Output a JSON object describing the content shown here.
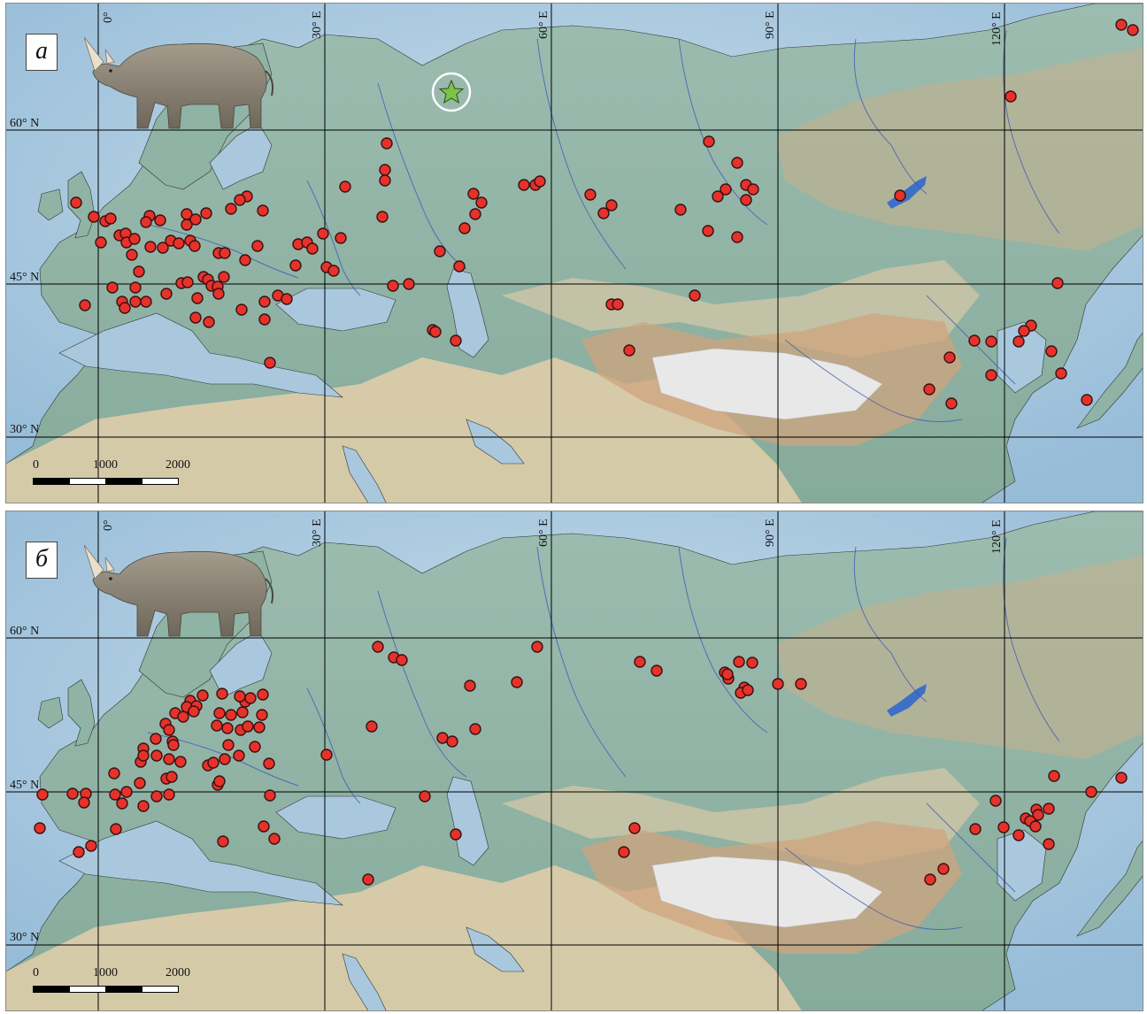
{
  "panels": [
    {
      "id": "a",
      "letter": "a",
      "lat_labels": [
        "60° N",
        "45° N",
        "30° N"
      ],
      "lon_labels": [
        "0°",
        "30° E",
        "60° E",
        "90° E",
        "120° E"
      ],
      "scale": {
        "ticks": [
          "0",
          "1000",
          "2000"
        ]
      },
      "has_star": true,
      "site_count": 103
    },
    {
      "id": "b",
      "letter": "б",
      "lat_labels": [
        "60° N",
        "45° N",
        "30° N"
      ],
      "lon_labels": [
        "0°",
        "30° E",
        "60° E",
        "90° E",
        "120° E"
      ],
      "scale": {
        "ticks": [
          "0",
          "1000",
          "2000"
        ]
      },
      "has_star": false,
      "site_count": 88
    }
  ],
  "colors": {
    "site_fill": "#e5322b",
    "site_stroke": "#3a1010",
    "star_fill": "#7cc34a",
    "sea": "#a9c8de",
    "lowland": "#8fb3a4",
    "desert": "#e3cfaa",
    "mountain": "#cfa47d",
    "plateau": "#e6e6e6",
    "grid": "#000000",
    "river": "#3a55b4"
  },
  "icons": [
    "woolly-rhinoceros-illustration",
    "type-locality-star-icon",
    "site-marker-icon"
  ]
}
